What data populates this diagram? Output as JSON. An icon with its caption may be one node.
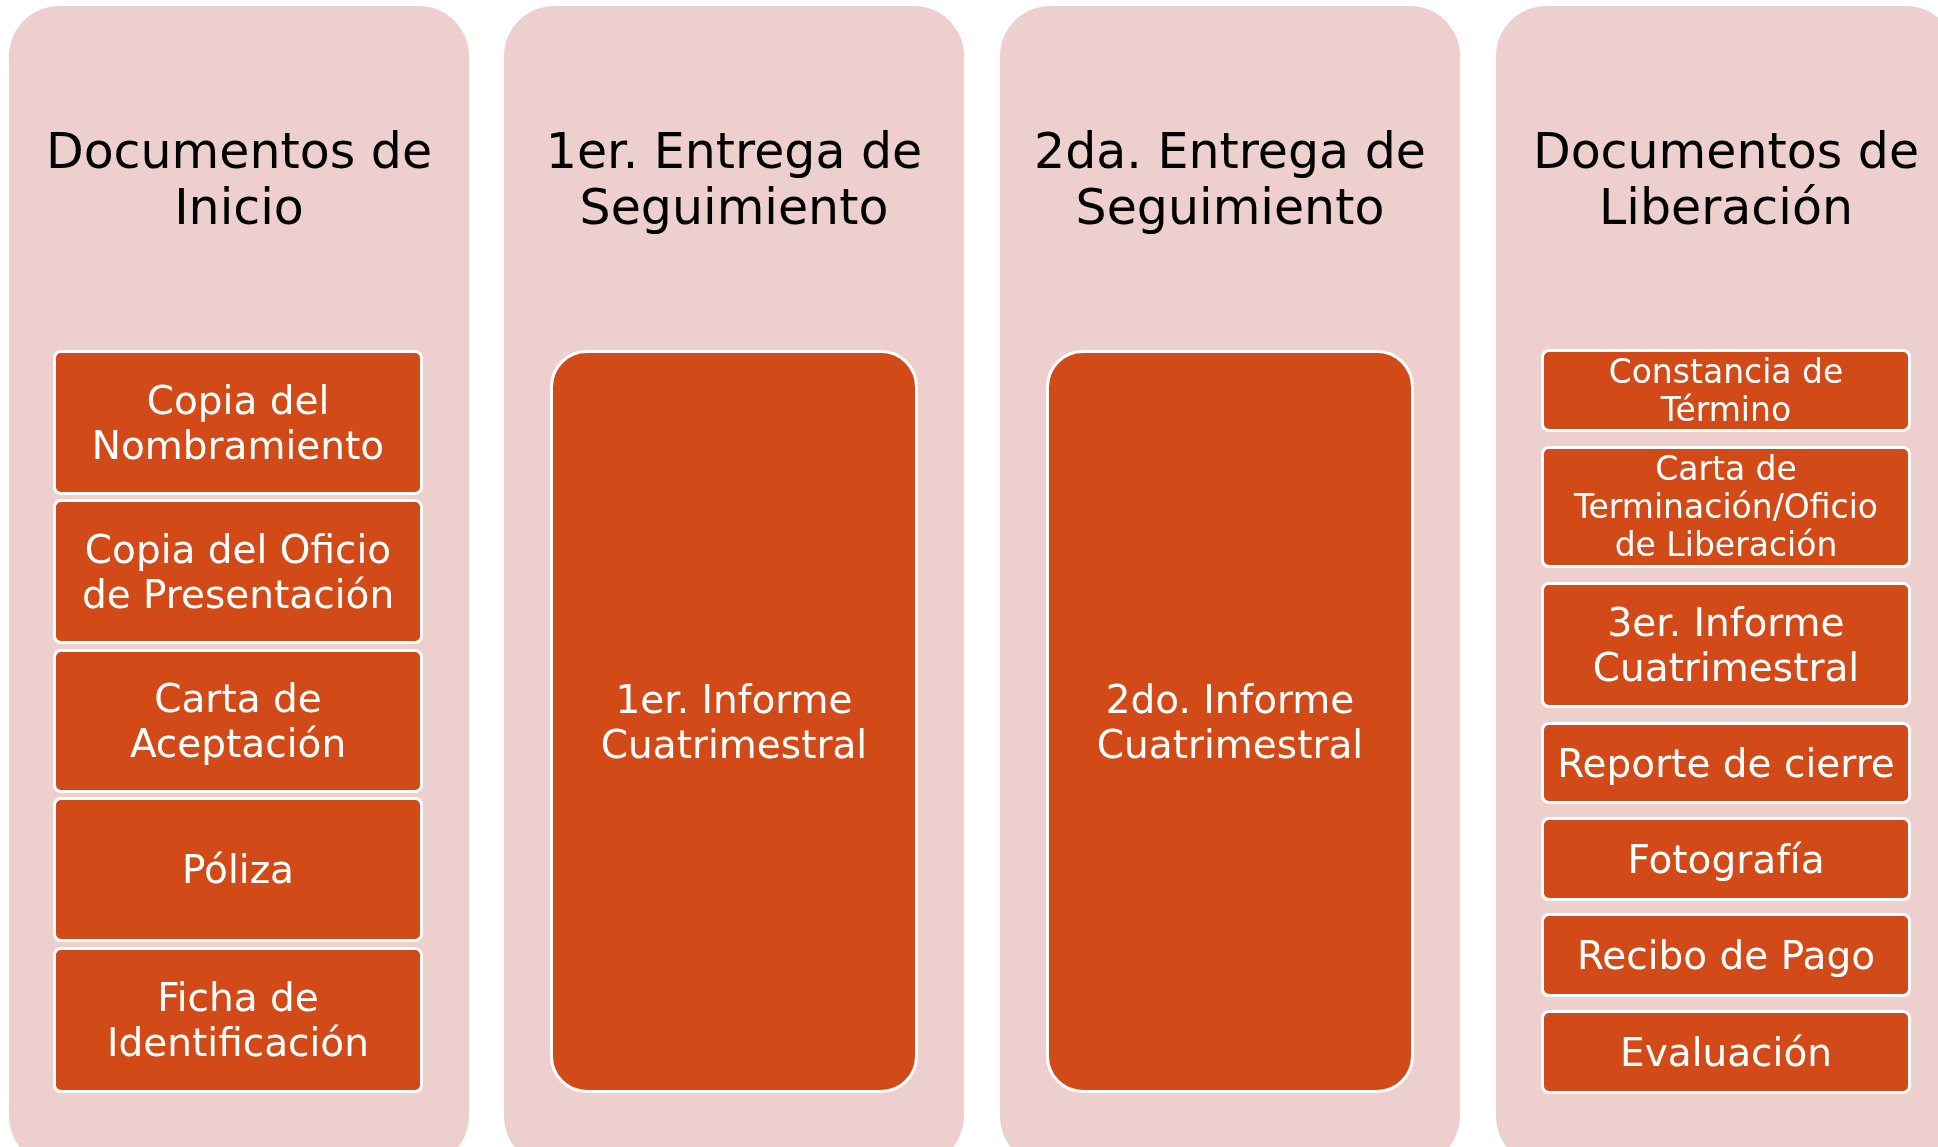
{
  "diagram": {
    "nodes": [
      {
        "text": [
          "Documentos de Inicio"
        ]
      },
      {
        "text": [
          "Copia del Nombramiento"
        ],
        "in": 0
      },
      {
        "text": [
          "Copia del Oficio de Presentación"
        ],
        "in": 0
      },
      {
        "text": [
          "Carta de Aceptación"
        ],
        "in": 0
      },
      {
        "text": [
          "Póliza"
        ],
        "in": 0
      },
      {
        "text": [
          "Ficha de Identificación"
        ],
        "in": 0
      },
      {
        "text": [
          "1er. Entrega de Seguimiento"
        ]
      },
      {
        "text": [
          "1er. Informe Cuatrimestral"
        ],
        "in": 6
      },
      {
        "text": [
          "2da. Entrega de Seguimiento"
        ]
      },
      {
        "text": [
          "2do. Informe Cuatrimestral"
        ],
        "in": 8
      },
      {
        "text": [
          "Documentos de Liberación"
        ]
      },
      {
        "text": [
          "Constancia de Término"
        ],
        "in": 10
      },
      {
        "text": [
          "Carta de Terminación/Oficio de Liberación"
        ],
        "in": 10
      },
      {
        "text": [
          "3er. Informe Cuatrimestral"
        ],
        "in": 10
      },
      {
        "text": [
          "Reporte de cierre"
        ],
        "in": 10
      },
      {
        "text": [
          "Fotografía"
        ],
        "in": 10
      },
      {
        "text": [
          "Recibo de Pago"
        ],
        "in": 10
      },
      {
        "text": [
          "Evaluación"
        ],
        "in": 10
      }
    ]
  }
}
